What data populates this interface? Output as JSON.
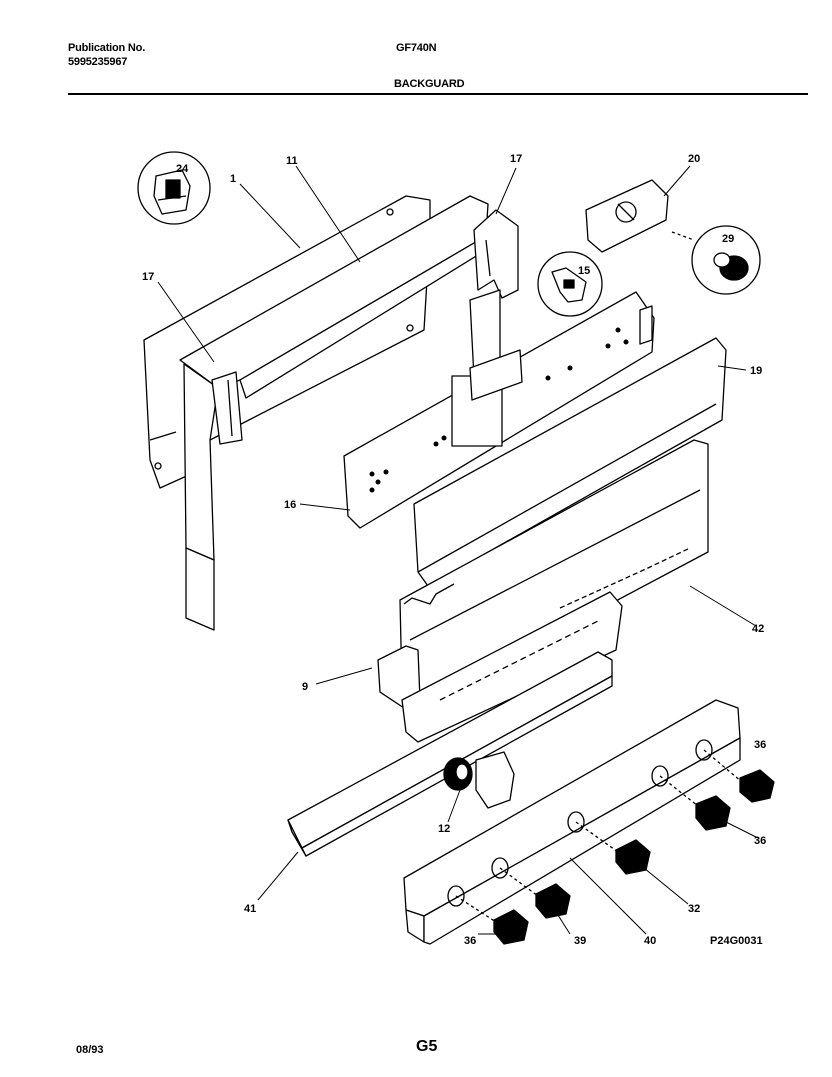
{
  "header": {
    "publication_label": "Publication No.",
    "publication_number": "5995235967",
    "model": "GF740N",
    "section": "BACKGUARD"
  },
  "diagram": {
    "callouts": [
      "24",
      "1",
      "11",
      "17",
      "20",
      "29",
      "17",
      "15",
      "19",
      "16",
      "42",
      "9",
      "36",
      "12",
      "36",
      "41",
      "32",
      "36",
      "39",
      "40"
    ],
    "figure_code": "P24G0031"
  },
  "footer": {
    "date": "08/93",
    "page_code": "G5"
  }
}
